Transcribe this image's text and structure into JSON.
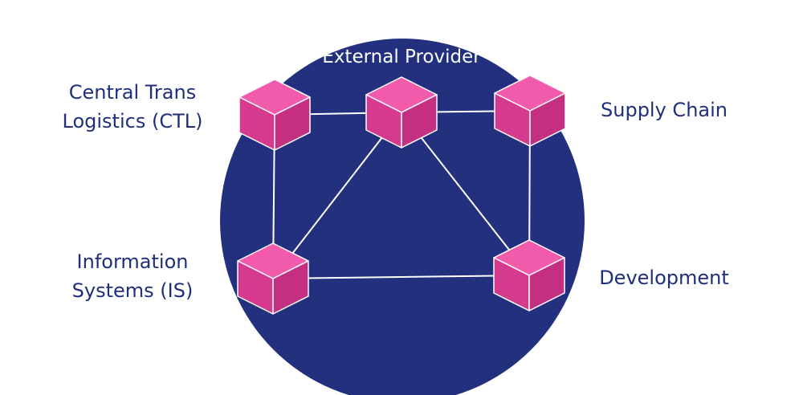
{
  "colors": {
    "circle": "#22307e",
    "node_top": "#f25aab",
    "node_left": "#d63a8f",
    "node_right": "#c42f82",
    "node_edge": "#ffffff",
    "connector": "#ffffff",
    "label_dark": "#1f2f7c",
    "label_light": "#ffffff"
  },
  "labels": {
    "external_provider": "External Provider",
    "ctl_line1": "Central Trans",
    "ctl_line2": "Logistics (CTL)",
    "supply_chain": "Supply Chain",
    "is_line1": "Information",
    "is_line2": "Systems (IS)",
    "development": "Development"
  },
  "nodes": [
    {
      "id": "ctl",
      "icon": "cube-icon"
    },
    {
      "id": "external-provider",
      "icon": "cube-icon"
    },
    {
      "id": "supply-chain",
      "icon": "cube-icon"
    },
    {
      "id": "information-systems",
      "icon": "cube-icon"
    },
    {
      "id": "development",
      "icon": "cube-icon"
    }
  ],
  "connections": [
    {
      "from": "ctl",
      "to": "external-provider"
    },
    {
      "from": "external-provider",
      "to": "supply-chain"
    },
    {
      "from": "ctl",
      "to": "information-systems"
    },
    {
      "from": "supply-chain",
      "to": "development"
    },
    {
      "from": "information-systems",
      "to": "development"
    },
    {
      "from": "external-provider",
      "to": "information-systems"
    },
    {
      "from": "external-provider",
      "to": "development"
    }
  ]
}
